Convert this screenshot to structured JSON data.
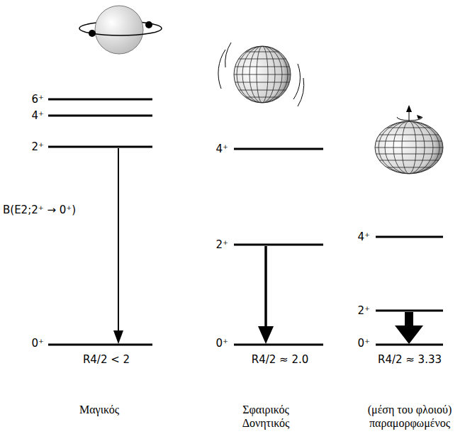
{
  "diagram": {
    "labels": [
      "6⁺",
      "4⁺",
      "2⁺",
      "B(E2;2⁺ → 0⁺)",
      "0⁺",
      "R4/2 < 2",
      "4⁺",
      "2⁺",
      "0⁺",
      "R4/2 ≈ 2.0",
      "4⁺",
      "2⁺",
      "0⁺",
      "R4/2 ≈ 3.33",
      "Μαγικός",
      "Σφαιρικός Δονητικός",
      "(μέση του φλοιού) παραμορφωμένος"
    ]
  }
}
